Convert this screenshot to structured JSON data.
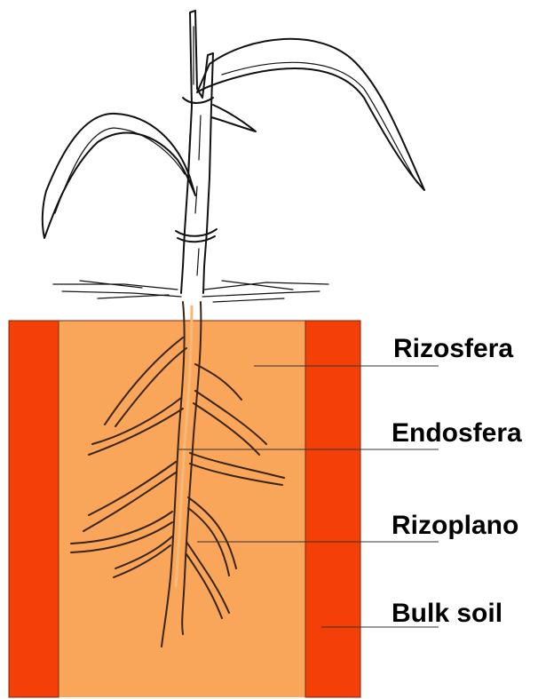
{
  "diagram": {
    "colors": {
      "rhizosphere": "#F9A65B",
      "bulk_soil": "#F43F06",
      "plant_ink": "#111111",
      "leader_line": "#333333"
    },
    "labels": {
      "rizosfera": "Rizosfera",
      "endosfera": "Endosfera",
      "rizoplano": "Rizoplano",
      "bulk_soil": "Bulk soil"
    }
  }
}
